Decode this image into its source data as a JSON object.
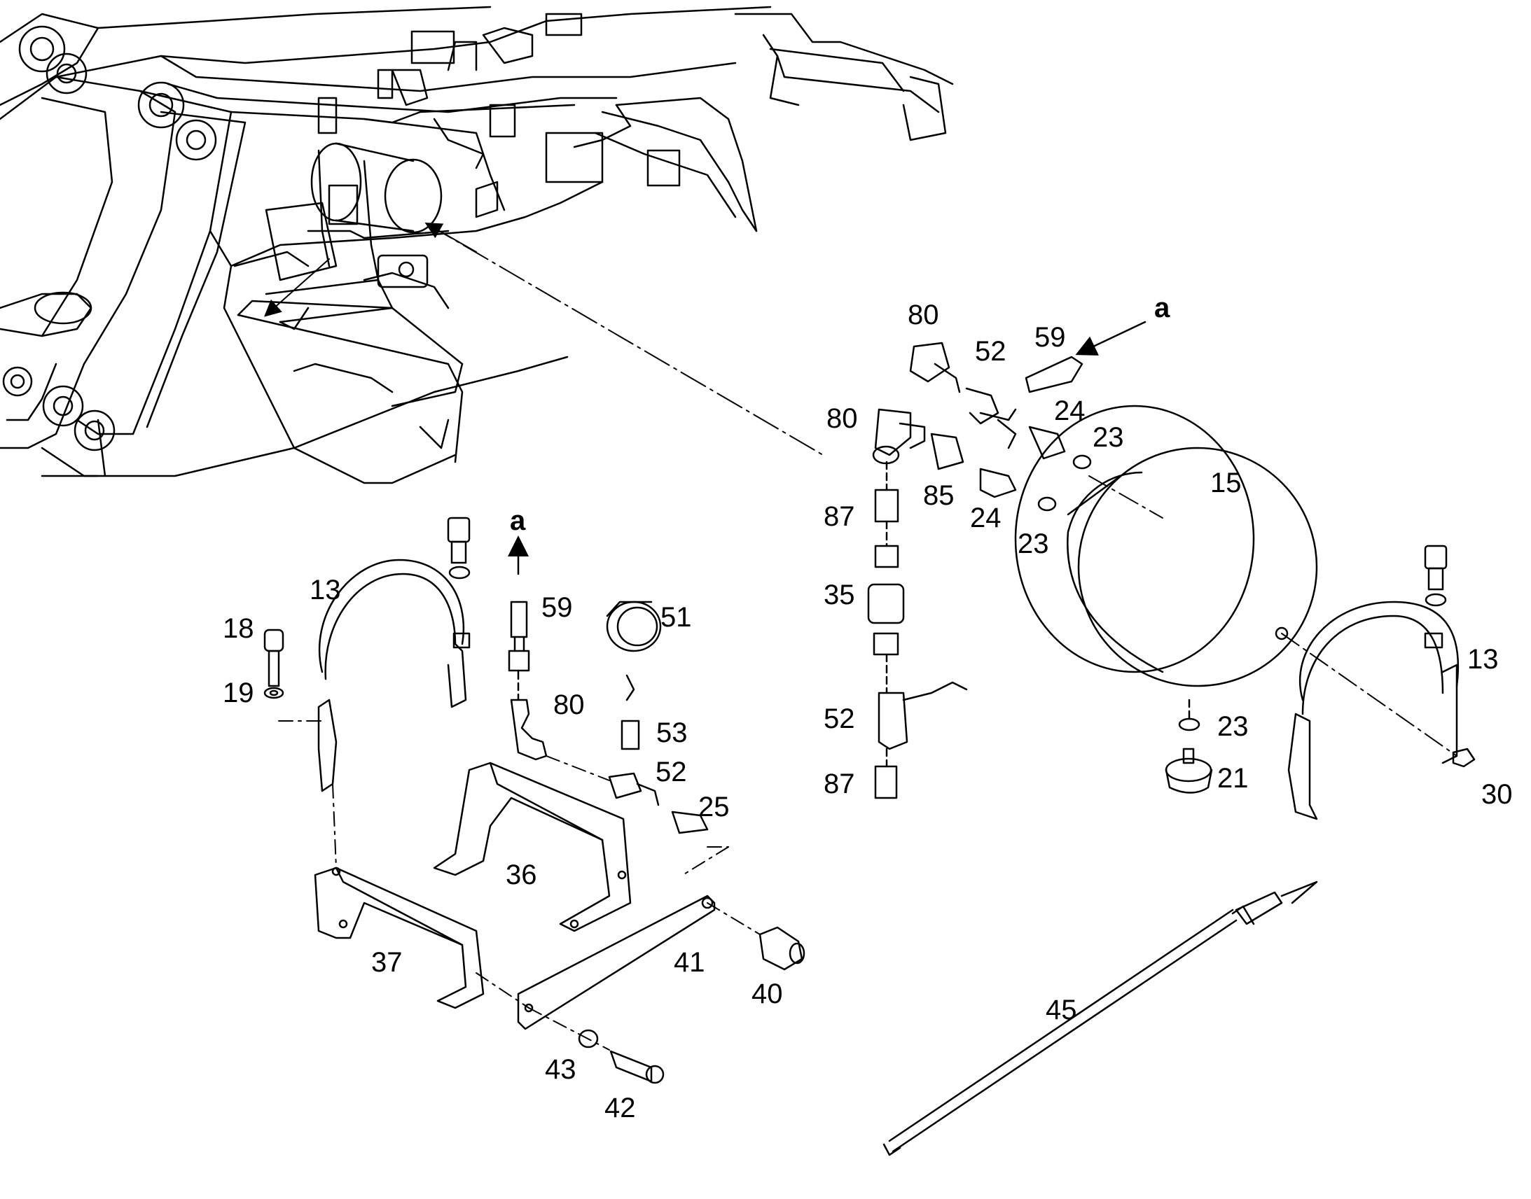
{
  "callouts": {
    "p13a": "13",
    "p13b": "13",
    "p15": "15",
    "p18": "18",
    "p19": "19",
    "p21": "21",
    "p23a": "23",
    "p23b": "23",
    "p23c": "23",
    "p24a": "24",
    "p24b": "24",
    "p25": "25",
    "p30": "30",
    "p35": "35",
    "p36": "36",
    "p37": "37",
    "p40": "40",
    "p41": "41",
    "p42": "42",
    "p43": "43",
    "p45": "45",
    "p51": "51",
    "p52a": "52",
    "p52b": "52",
    "p52c": "52",
    "p53": "53",
    "p59a": "59",
    "p59b": "59",
    "p80a": "80",
    "p80b": "80",
    "p80c": "80",
    "p85": "85",
    "p87a": "87",
    "p87b": "87",
    "ref_a1": "a",
    "ref_a2": "a"
  }
}
